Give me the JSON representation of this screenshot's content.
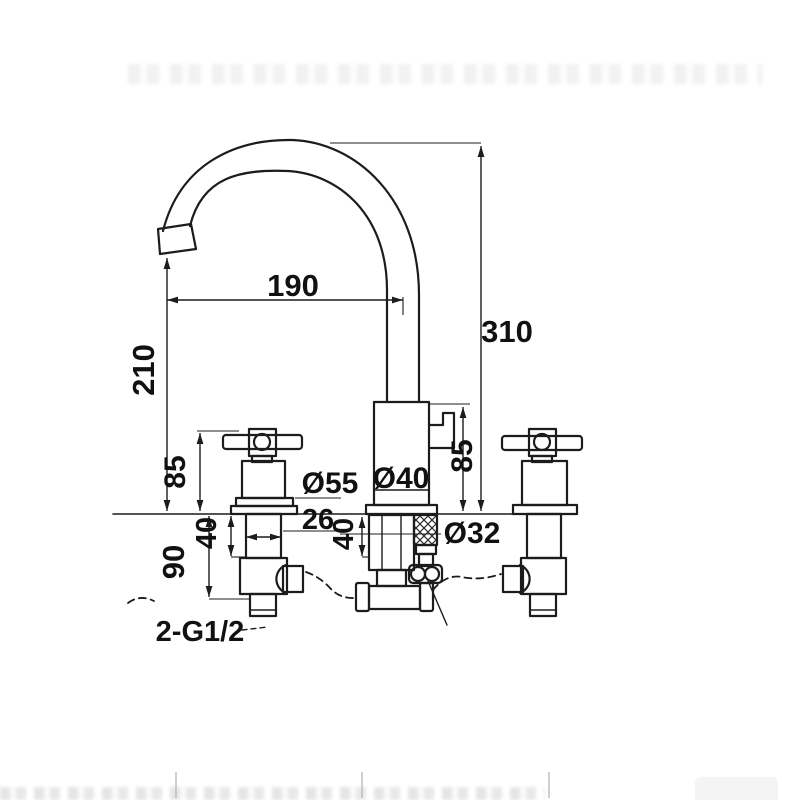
{
  "page": {
    "background": "#ffffff",
    "line_color": "#1c1c1c",
    "text_color": "#111111"
  },
  "drawing": {
    "subject": "two-handle gooseneck faucet dimension drawing",
    "dimensions": {
      "spout_reach": "190",
      "total_height": "310",
      "spout_height": "210",
      "handle_height": "85",
      "body_to_deck": "85",
      "handle_flange_diameter": "Ø55",
      "body_diameter": "Ø40",
      "hose_diameter": "Ø32",
      "handle_shank_length": "40",
      "center_shank_length": "40",
      "under_deck_length": "90",
      "shank_width": "26",
      "thread_spec": "2-G1/2"
    }
  }
}
